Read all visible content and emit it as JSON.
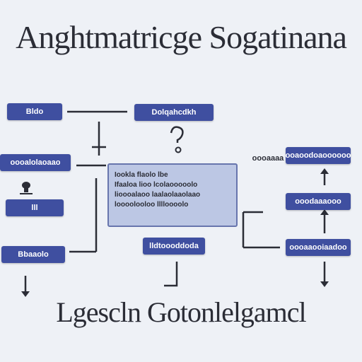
{
  "title": "Anghtmatricge Sogatinana",
  "footer": "Lgescln Gotonlelgamcl",
  "nodes": {
    "left_1": "Bldo",
    "left_2": "oooalolaoaao",
    "left_3": "lll",
    "left_4": "Bbaaolo",
    "top_center": "Dolqahcdkh",
    "bottom_center": "lldtoooddoda",
    "right_plain": "oooaaaa",
    "right_1": "ooaoodoaoooooo",
    "right_2": "ooodaaaooo",
    "right_3": "oooaaooiaadoo"
  },
  "center_box": {
    "lines": [
      "Iookla flaolo lbe",
      "Ifaaloa lioo lcolaooooolo",
      "lioooalaoo laalaolaaolaao",
      "loooolooloo lllloooolo"
    ]
  },
  "icons": {
    "question": "question-mark-icon",
    "bulb": "lightbulb-icon",
    "arrow_up": "arrow-up-icon",
    "arrow_down": "arrow-down-icon"
  },
  "colors": {
    "node_fill": "#3f4fa0",
    "center_fill": "#bcc7e4",
    "background": "#eef1f6",
    "line": "#2b2d36"
  }
}
